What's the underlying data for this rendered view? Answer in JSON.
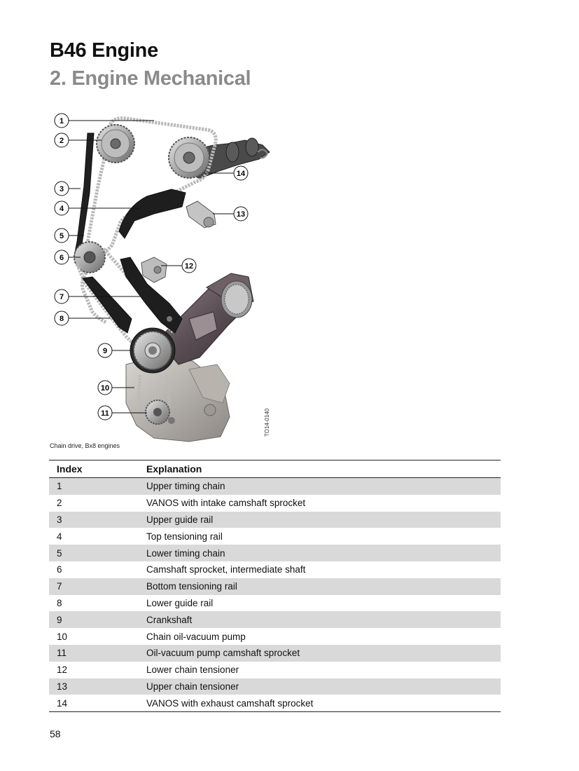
{
  "header": {
    "title": "B46 Engine",
    "subtitle": "2. Engine Mechanical"
  },
  "figure": {
    "caption": "Chain drive, Bx8 engines",
    "graphic_id": "TO14-0140",
    "callouts": [
      "1",
      "2",
      "3",
      "4",
      "5",
      "6",
      "7",
      "8",
      "9",
      "10",
      "11",
      "12",
      "13",
      "14"
    ]
  },
  "table": {
    "headers": [
      "Index",
      "Explanation"
    ],
    "rows": [
      {
        "index": "1",
        "explanation": "Upper timing chain"
      },
      {
        "index": "2",
        "explanation": "VANOS with intake camshaft sprocket"
      },
      {
        "index": "3",
        "explanation": "Upper guide rail"
      },
      {
        "index": "4",
        "explanation": "Top tensioning rail"
      },
      {
        "index": "5",
        "explanation": "Lower timing chain"
      },
      {
        "index": "6",
        "explanation": "Camshaft sprocket, intermediate shaft"
      },
      {
        "index": "7",
        "explanation": "Bottom tensioning rail"
      },
      {
        "index": "8",
        "explanation": "Lower guide rail"
      },
      {
        "index": "9",
        "explanation": "Crankshaft"
      },
      {
        "index": "10",
        "explanation": "Chain oil-vacuum pump"
      },
      {
        "index": "11",
        "explanation": "Oil-vacuum pump camshaft sprocket"
      },
      {
        "index": "12",
        "explanation": "Lower chain tensioner"
      },
      {
        "index": "13",
        "explanation": "Upper chain tensioner"
      },
      {
        "index": "14",
        "explanation": "VANOS with exhaust camshaft sprocket"
      }
    ]
  },
  "footer": {
    "page_number": "58"
  }
}
